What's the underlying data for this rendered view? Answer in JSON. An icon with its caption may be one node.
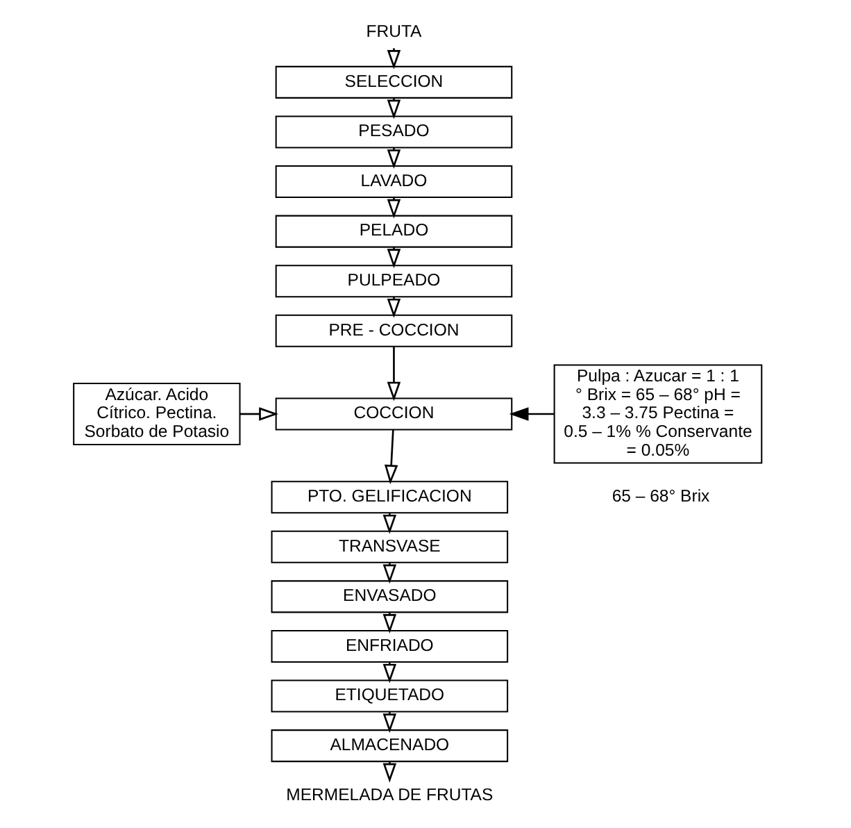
{
  "diagram": {
    "nodes": [
      {
        "text": [
          "FRUTA"
        ]
      },
      {
        "text": [
          "SELECCION"
        ]
      },
      {
        "text": [
          "PESADO"
        ]
      },
      {
        "text": [
          "LAVADO"
        ]
      },
      {
        "text": [
          "PELADO"
        ]
      },
      {
        "text": [
          "PULPEADO"
        ]
      },
      {
        "text": [
          "PRE - COCCION"
        ]
      },
      {
        "text": [
          "COCCION"
        ]
      },
      {
        "text": [
          "PTO. GELIFICACION"
        ]
      },
      {
        "text": [
          "TRANSVASE"
        ]
      },
      {
        "text": [
          "ENVASADO"
        ]
      },
      {
        "text": [
          "ENFRIADO"
        ]
      },
      {
        "text": [
          "ETIQUETADO"
        ]
      },
      {
        "text": [
          "ALMACENADO"
        ]
      },
      {
        "text": [
          "MERMELADA DE FRUTAS"
        ]
      },
      {
        "text": [
          "Azúcar. Acido Cítrico. Pectina. Sorbato de Potasio"
        ]
      },
      {
        "text": [
          "Pulpa : Azucar = 1 : 1 ° Brix = 65 – 68° pH = 3.3 – 3.75 Pectina = 0.5 – 1% % Conservante = 0.05%"
        ]
      }
    ],
    "edges": [
      {
        "from": 0,
        "to": 1,
        "arrow": "to"
      },
      {
        "from": 1,
        "to": 2,
        "arrow": "to"
      },
      {
        "from": 2,
        "to": 3,
        "arrow": "to"
      },
      {
        "from": 3,
        "to": 4,
        "arrow": "to"
      },
      {
        "from": 4,
        "to": 5,
        "arrow": "to"
      },
      {
        "from": 5,
        "to": 6,
        "arrow": "to"
      },
      {
        "from": 6,
        "to": 7,
        "arrow": "to"
      },
      {
        "from": 7,
        "to": 8,
        "arrow": "to"
      },
      {
        "from": 8,
        "to": 9,
        "arrow": "to"
      },
      {
        "from": 9,
        "to": 10,
        "arrow": "to"
      },
      {
        "from": 10,
        "to": 11,
        "arrow": "to"
      },
      {
        "from": 11,
        "to": 12,
        "arrow": "to"
      },
      {
        "from": 12,
        "to": 13,
        "arrow": "to"
      },
      {
        "from": 13,
        "to": 14,
        "arrow": "to"
      },
      {
        "from": 15,
        "to": 7,
        "arrow": "to"
      },
      {
        "from": 16,
        "to": 7,
        "arrow": "to"
      }
    ],
    "labels": [
      "65 – 68° Brix"
    ]
  }
}
